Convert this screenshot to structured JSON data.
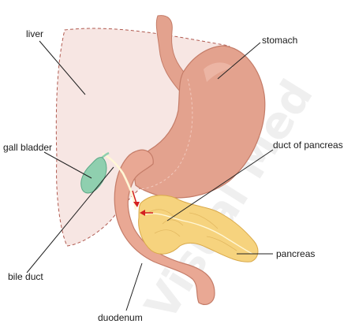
{
  "labels": {
    "liver": "liver",
    "stomach": "stomach",
    "gall_bladder": "gall bladder",
    "duct_of_pancreas": "duct of pancreas",
    "bile_duct": "bile duct",
    "pancreas": "pancreas",
    "duodenum": "duodenum"
  },
  "watermark": "Visual Med",
  "colors": {
    "liver_fill": "#f7e6e3",
    "liver_outline": "#b05a50",
    "stomach_fill": "#e3a28e",
    "stomach_outline": "#c47c68",
    "duodenum_fill": "#e9a894",
    "pancreas_fill": "#f6d37e",
    "pancreas_outline": "#d9a94a",
    "gall_bladder_fill": "#8fcfaf",
    "duct_color": "#fff7d6",
    "arrow_red": "#d42020"
  }
}
